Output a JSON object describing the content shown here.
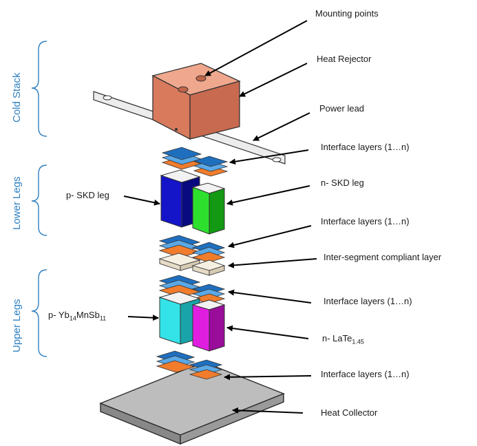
{
  "labels": {
    "mounting_points": "Mounting points",
    "heat_rejector": "Heat Rejector",
    "power_lead": "Power lead",
    "interface_layers": "Interface layers (1…n)",
    "n_skd_leg": "n- SKD leg",
    "p_skd_leg": "p- SKD leg",
    "inter_segment": "Inter-segment compliant layer",
    "p_yb_prefix": "p- Yb",
    "p_yb_sub1": "14",
    "p_yb_mid": "MnSb",
    "p_yb_sub2": "11",
    "n_late_prefix": "n- LaTe",
    "n_late_sub": "1.45",
    "heat_collector": "Heat Collector"
  },
  "sections": {
    "cold_stack": "Cold Stack",
    "lower_legs": "Lower Legs",
    "upper_legs": "Upper Legs"
  },
  "colors": {
    "section_text": "#2e7fc1",
    "heat_rejector": "#e0876a",
    "interface_blue": "#1f6fbf",
    "interface_orange": "#f07c2c",
    "p_skd": "#1414c8",
    "n_skd": "#22cc22",
    "p_yb": "#33e3e8",
    "n_late": "#d916d9",
    "heat_collector": "#b8b8b8"
  }
}
